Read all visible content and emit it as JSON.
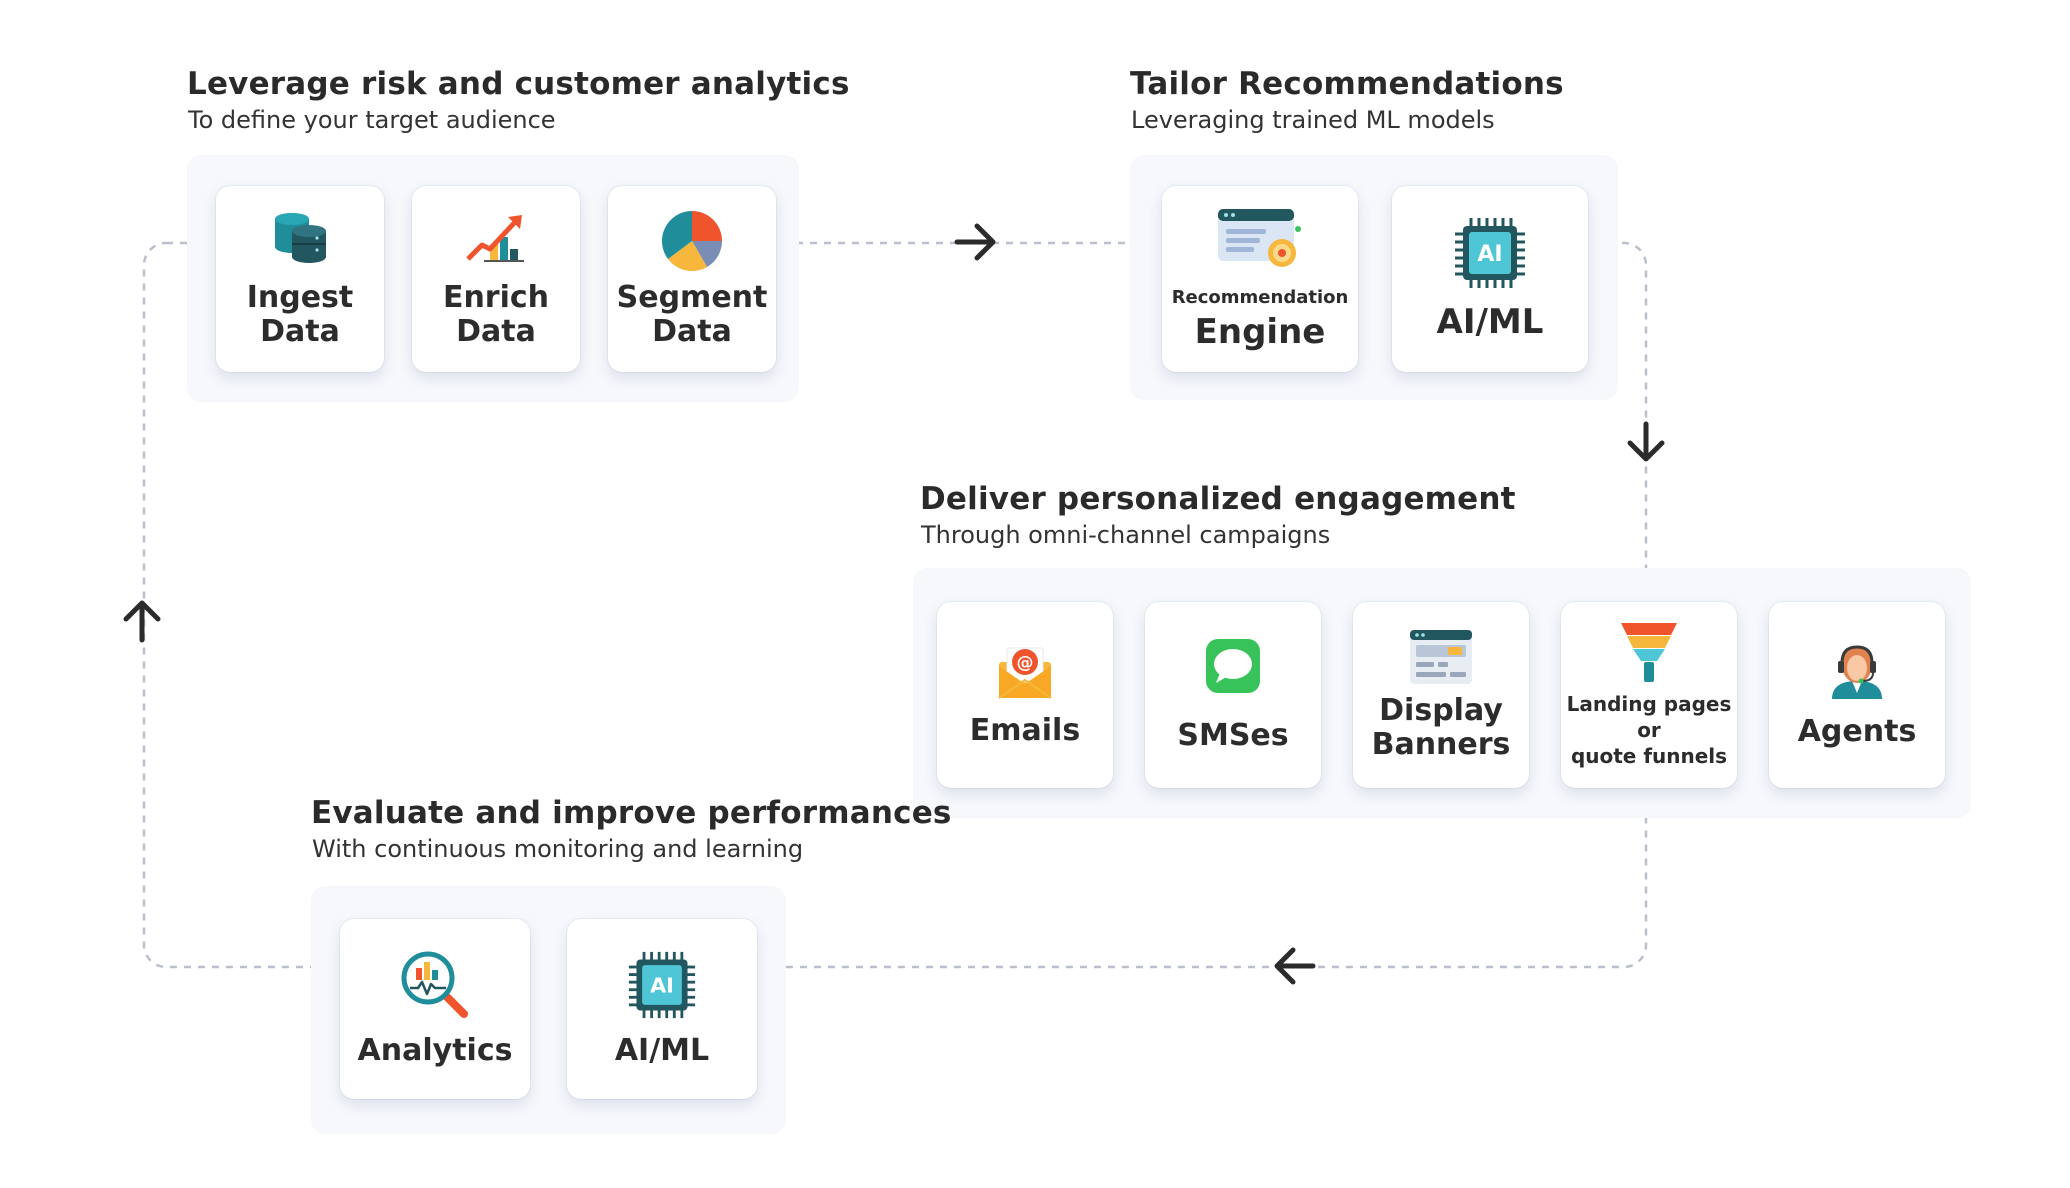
{
  "sections": {
    "prepare": {
      "title": "Leverage risk and customer analytics",
      "subtitle": "To define your target audience",
      "cards": [
        {
          "line1": "Ingest",
          "line2": "Data",
          "icon": "database-icon"
        },
        {
          "line1": "Enrich",
          "line2": "Data",
          "icon": "growth-chart-icon"
        },
        {
          "line1": "Segment",
          "line2": "Data",
          "icon": "pie-chart-icon"
        }
      ]
    },
    "tailor": {
      "title": "Tailor Recommendations",
      "subtitle": "Leveraging trained ML models",
      "engine": {
        "small": "Recommendation",
        "large": "Engine",
        "icon": "recommendation-engine-icon"
      },
      "aiml": {
        "label": "AI/ML",
        "icon": "ai-chip-icon",
        "chip_text": "AI"
      }
    },
    "deliver": {
      "title": "Deliver personalized engagement",
      "subtitle": "Through omni-channel campaigns",
      "emails": {
        "label": "Emails",
        "icon": "email-icon"
      },
      "smses": {
        "label": "SMSes",
        "icon": "sms-icon"
      },
      "banners": {
        "line1": "Display",
        "line2": "Banners",
        "icon": "banner-icon"
      },
      "landing": {
        "line1": "Landing pages",
        "line2": "or",
        "line3": "quote funnels",
        "icon": "funnel-icon"
      },
      "agents": {
        "label": "Agents",
        "icon": "agent-icon"
      }
    },
    "evaluate": {
      "title": "Evaluate and improve performances",
      "subtitle": "With continuous monitoring and learning",
      "analytics": {
        "label": "Analytics",
        "icon": "analytics-magnifier-icon"
      },
      "aiml": {
        "label": "AI/ML",
        "icon": "ai-chip-icon",
        "chip_text": "AI"
      }
    }
  },
  "flow": {
    "arrows": [
      "arrow-right-icon",
      "arrow-down-icon",
      "arrow-left-icon",
      "arrow-up-icon"
    ],
    "line_color": "#b9bfcc",
    "arrow_color": "#2b2b2b"
  },
  "colors": {
    "teal": "#1e7f8c",
    "dark_teal": "#23575f",
    "orange": "#f0542d",
    "yellow": "#f6b73c",
    "green": "#37c35a",
    "panel_bg": "#f6f8fc"
  }
}
